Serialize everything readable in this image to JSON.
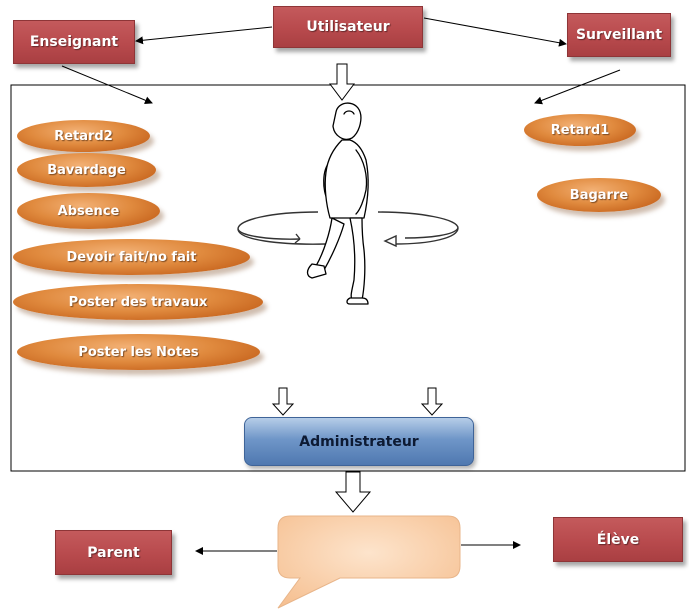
{
  "nodes": {
    "utilisateur": "Utilisateur",
    "enseignant": "Enseignant",
    "surveillant": "Surveillant",
    "administrateur": "Administrateur",
    "parent": "Parent",
    "eleve": "Élève"
  },
  "teacher_actions": [
    "Retard2",
    "Bavardage",
    "Absence",
    "Devoir fait/no fait",
    "Poster des  travaux",
    "Poster les Notes"
  ],
  "supervisor_actions": [
    "Retard1",
    "Bagarre"
  ],
  "colors": {
    "red_box": "#b84a4d",
    "orange_pill": "#e08a3e",
    "blue_box": "#6f96c8",
    "speech_bubble": "#f9cfaa"
  },
  "icons": {
    "central_figure": "walking-student-icon"
  }
}
